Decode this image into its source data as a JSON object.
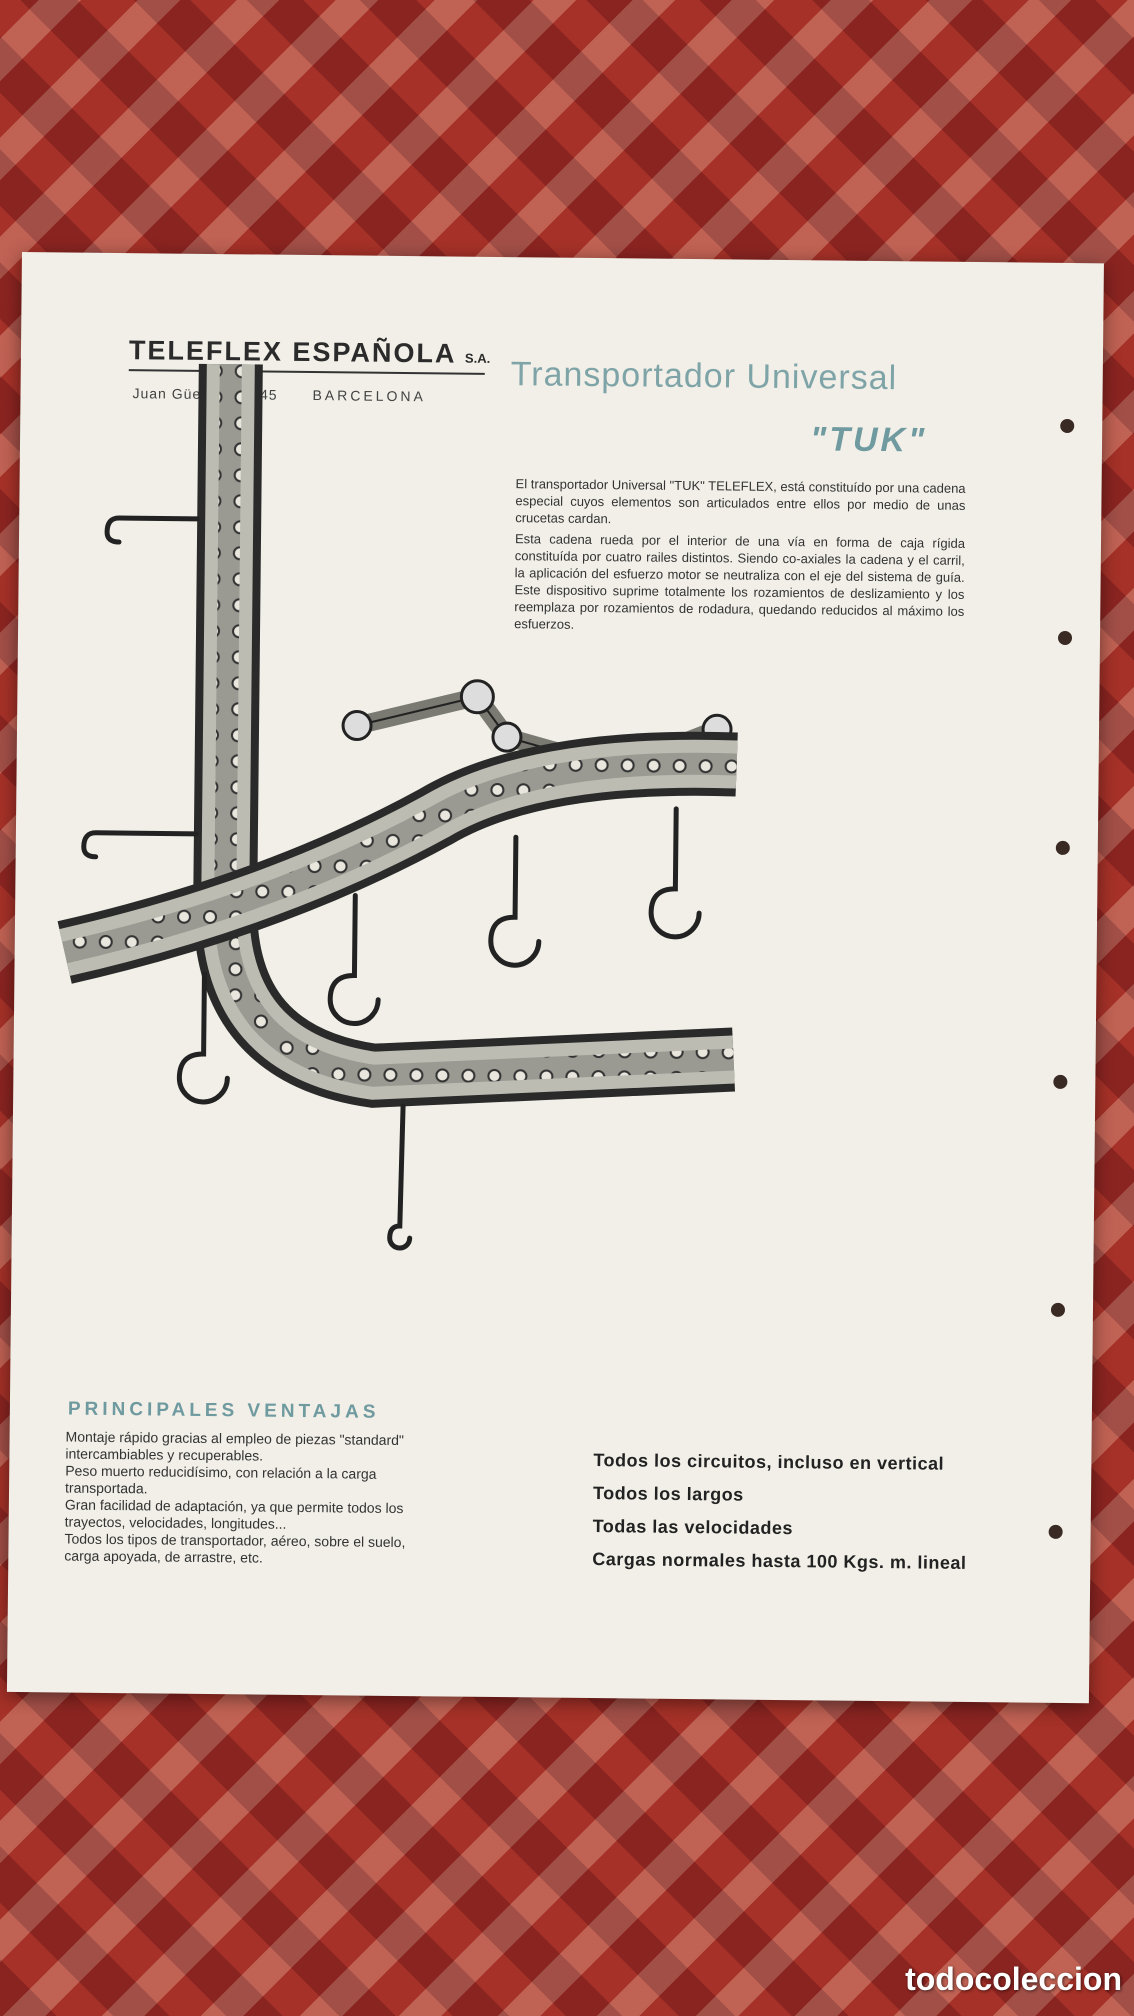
{
  "company": {
    "name": "TELEFLEX ESPAÑOLA",
    "suffix": "S.A.",
    "address": "Juan Güell, 139-145",
    "city": "BARCELONA"
  },
  "heading": {
    "title": "Transportador Universal",
    "subtitle": "\"TUK\""
  },
  "description": [
    "El transportador Universal \"TUK\" TELEFLEX, está constituído por una cadena especial cuyos elementos son articulados entre ellos por medio de unas crucetas cardan.",
    "Esta cadena rueda por el interior de una vía en forma de caja rígida constituída por cuatro railes distintos. Siendo co-axiales la cadena y el carril, la aplicación del esfuerzo motor se neutraliza con el eje del sistema de guía. Este dispositivo suprime totalmente los rozamientos de deslizamiento y los reemplaza por rozamientos de rodadura, quedando reducidos al máximo los esfuerzos."
  ],
  "advantages": {
    "title": "PRINCIPALES VENTAJAS",
    "items": [
      "Montaje rápido gracias al empleo de piezas \"standard\" intercambiables y recuperables.",
      "Peso muerto reducidísimo, con relación a la carga transportada.",
      "Gran facilidad de adaptación, ya que permite todos los trayectos, velocidades, longitudes...",
      "Todos los tipos de transportador, aéreo, sobre el suelo, carga apoyada, de arrastre, etc."
    ]
  },
  "features": [
    "Todos los circuitos, incluso en vertical",
    "Todos los largos",
    "Todas las velocidades",
    "Cargas normales hasta 100 Kgs. m. lineal"
  ],
  "watermark": "todocoleccion"
}
